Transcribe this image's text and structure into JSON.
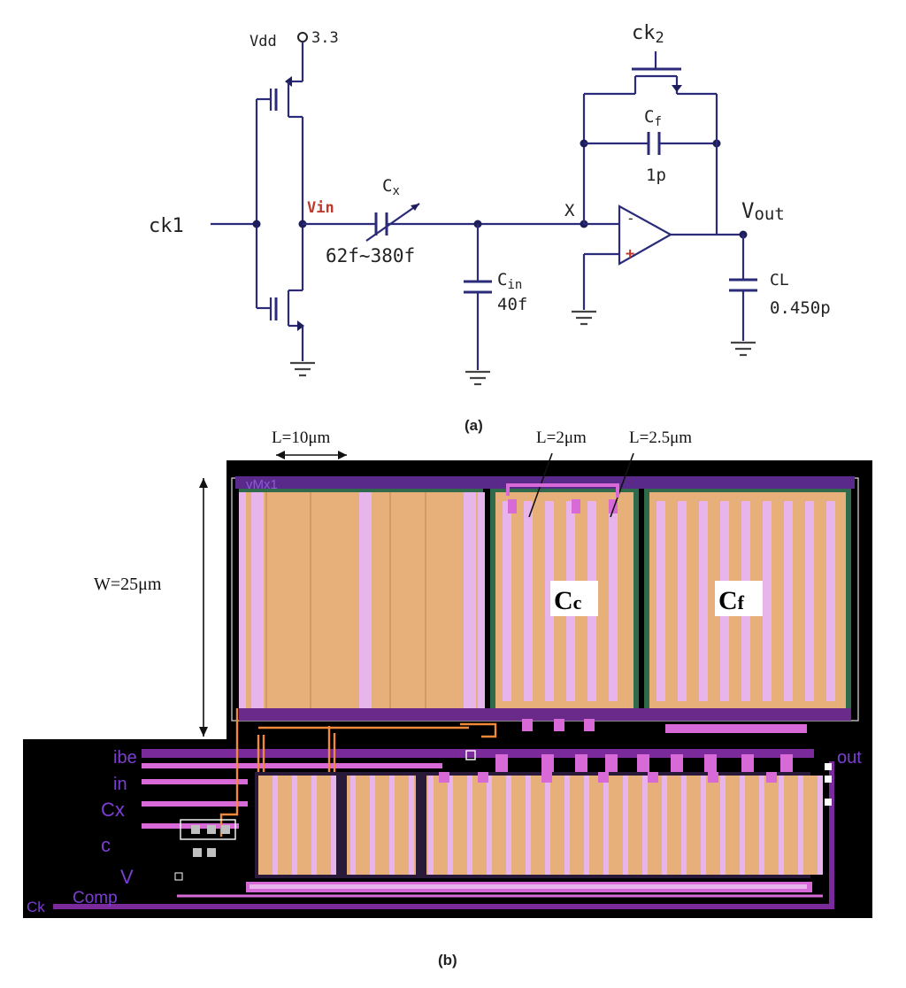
{
  "colors": {
    "wire": "#2b2b7a",
    "node": "#1e1e5a",
    "vin_label": "#c0392b",
    "layout_bg": "#000000",
    "metal_pink": "#d86ad8",
    "metal_light": "#e8b4ec",
    "poly_tan": "#e7b07a",
    "poly_stripe": "#d49a64",
    "orange_wire": "#f08a3a",
    "purple_dark": "#7a2a9a",
    "green_edge": "#2f6b4a"
  },
  "schematic": {
    "vdd_label": "Vdd",
    "vdd_value": "3.3",
    "ck1": "ck1",
    "vin": "Vin",
    "cx_label": "C",
    "cx_sub": "x",
    "cx_value": "62f~380f",
    "cin_label": "C",
    "cin_sub": "in",
    "cin_value": "40f",
    "x_node": "X",
    "ck2_label": "ck",
    "ck2_sub": "2",
    "cf_label": "C",
    "cf_sub": "f",
    "cf_value": "1p",
    "vout_label": "V",
    "vout_sub": "out",
    "cl_label": "CL",
    "cl_value": "0.450p",
    "opamp_minus": "-",
    "opamp_plus": "+",
    "caption": "(a)"
  },
  "layout": {
    "dim_l10": "L=10μm",
    "dim_l2": "L=2μm",
    "dim_l25": "L=2.5μm",
    "dim_w25": "W=25μm",
    "cc_label": "C",
    "cc_sub": "c",
    "cf_label": "C",
    "cf_sub": "f",
    "pins": {
      "top": "vMx1",
      "ibe": "ibe",
      "in": "in",
      "cx": "Cx",
      "c": "c",
      "v": "V",
      "comp": "Comp",
      "ck": "Ck",
      "out": "out"
    },
    "caption": "(b)"
  }
}
